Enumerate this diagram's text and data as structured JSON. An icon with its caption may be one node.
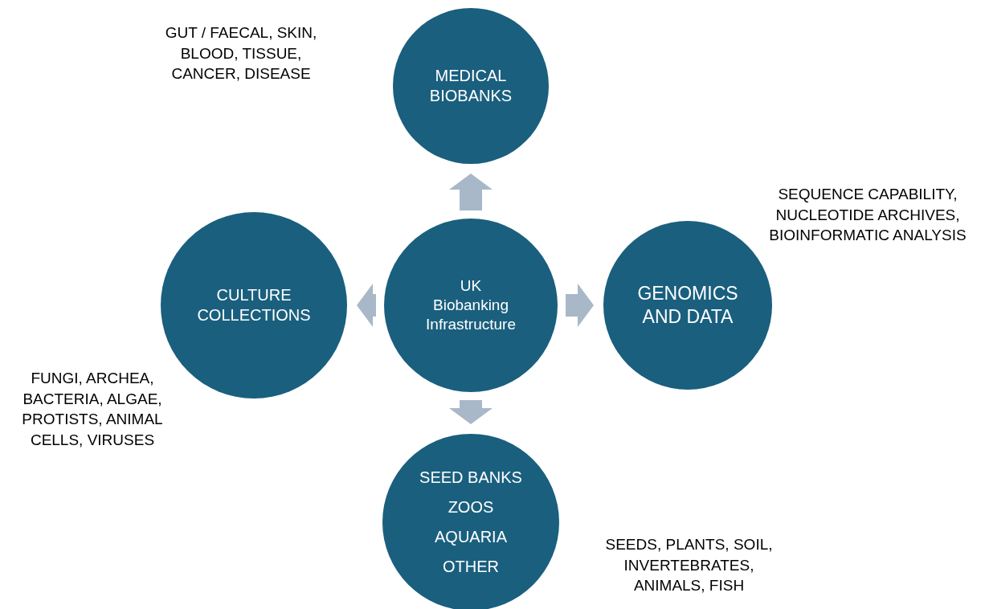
{
  "diagram": {
    "nodes": [
      {
        "text": [
          "UK Biobanking Infrastructure"
        ]
      },
      {
        "text": [
          "MEDICAL BIOBANKS"
        ]
      },
      {
        "text": [
          "CULTURE COLLECTIONS"
        ],
        "beside": [
          "FUNGI, ARCHEA, BACTERIA, ALGAE, PROTISTS, ANIMAL CELLS, VIRUSES"
        ]
      },
      {
        "text": [
          "GENOMICS AND DATA"
        ],
        "beside": [
          "SEQUENCE CAPABILITY, NUCLEOTIDE ARCHIVES, BIOINFORMATIC ANALYSIS"
        ]
      },
      {
        "text": [
          "SEED BANKS",
          "ZOOS",
          "AQUARIA",
          "OTHER"
        ],
        "beside": [
          "SEEDS, PLANTS, SOIL, INVERTEBRATES, ANIMALS, FISH"
        ]
      }
    ],
    "edges": [
      {
        "from": 0,
        "to": 1,
        "arrow": "to"
      },
      {
        "from": 0,
        "to": 2,
        "arrow": "to"
      },
      {
        "from": 0,
        "to": 3,
        "arrow": "to"
      },
      {
        "from": 0,
        "to": 4,
        "arrow": "to"
      }
    ],
    "labels": [
      "GUT / FAECAL, SKIN, BLOOD, TISSUE, CANCER, DISEASE"
    ]
  }
}
